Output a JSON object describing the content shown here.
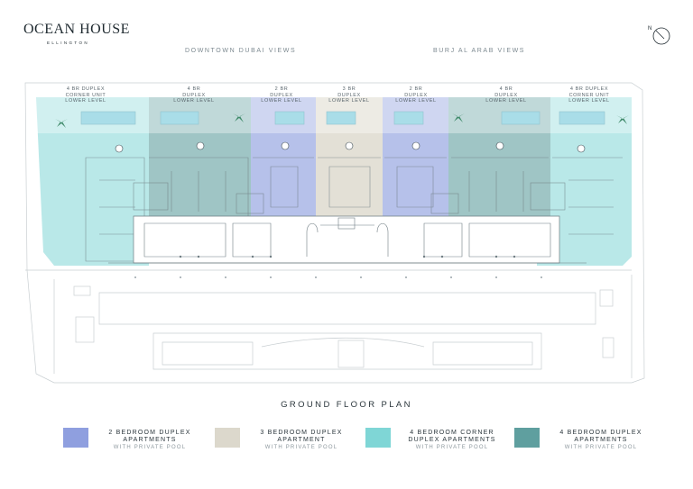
{
  "brand": {
    "name": "OCEAN HOUSE",
    "sub": "ELLINGTON",
    "compass_letter": "N"
  },
  "views": {
    "left": "DOWNTOWN DUBAI VIEWS",
    "right": "BURJ AL ARAB VIEWS"
  },
  "unit_labels": [
    "4 BR DUPLEX\nCORNER UNIT\nLOWER LEVEL",
    "4 BR\nDUPLEX\nLOWER LEVEL",
    "2 BR\nDUPLEX\nLOWER LEVEL",
    "3 BR\nDUPLEX\nLOWER LEVEL",
    "2 BR\nDUPLEX\nLOWER LEVEL",
    "4 BR\nDUPLEX\nLOWER LEVEL",
    "4 BR DUPLEX\nCORNER UNIT\nLOWER LEVEL"
  ],
  "plan_title": "GROUND FLOOR PLAN",
  "legend": [
    {
      "label": "2 BEDROOM DUPLEX\nAPARTMENTS",
      "sub": "WITH PRIVATE POOL",
      "color": "#8f9fdf"
    },
    {
      "label": "3 BEDROOM DUPLEX\nAPARTMENT",
      "sub": "WITH PRIVATE POOL",
      "color": "#dcd8cc"
    },
    {
      "label": "4 BEDROOM CORNER\nDUPLEX APARTMENTS",
      "sub": "WITH PRIVATE POOL",
      "color": "#7fd6d6"
    },
    {
      "label": "4 BEDROOM DUPLEX\nAPARTMENTS",
      "sub": "WITH PRIVATE POOL",
      "color": "#5f9f9f"
    }
  ]
}
